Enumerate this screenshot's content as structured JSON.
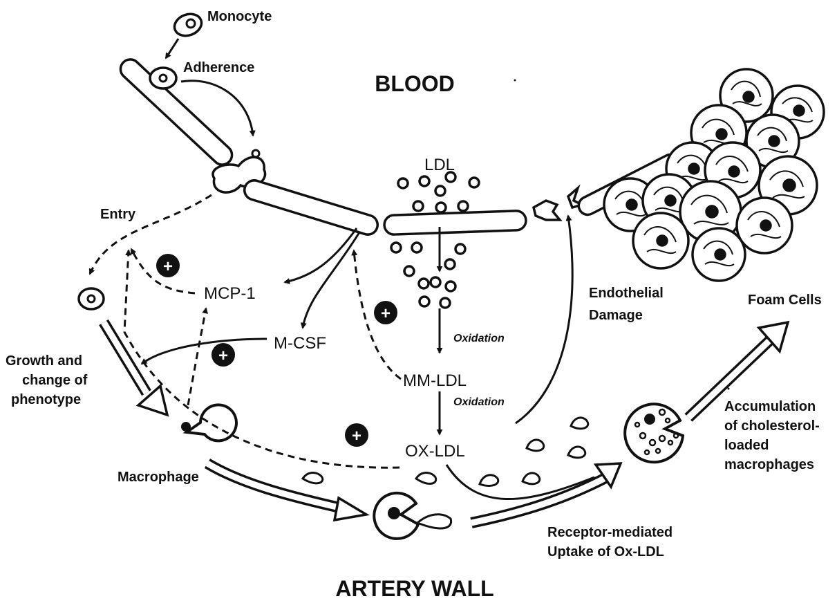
{
  "regions": {
    "top": "BLOOD",
    "bottom": "ARTERY WALL"
  },
  "labels": {
    "monocyte": "Monocyte",
    "adherence": "Adherence",
    "entry": "Entry",
    "ldl": "LDL",
    "mcp1": "MCP-1",
    "mcsf": "M-CSF",
    "mm_ldl": "MM-LDL",
    "ox_ldl": "OX-LDL",
    "oxidation_1": "Oxidation",
    "oxidation_2": "Oxidation",
    "growth": [
      "Growth and",
      "change of",
      "phenotype"
    ],
    "macrophage": "Macrophage",
    "endothelial": [
      "Endothelial",
      "Damage"
    ],
    "foam_cells": "Foam Cells",
    "accumulation": [
      "Accumulation",
      "of cholesterol-",
      "loaded",
      "macrophages"
    ],
    "receptor": [
      "Receptor-mediated",
      "Uptake of Ox-LDL"
    ]
  },
  "plus_sign": "+",
  "colors": {
    "ink": "#111111",
    "background": "#ffffff"
  }
}
